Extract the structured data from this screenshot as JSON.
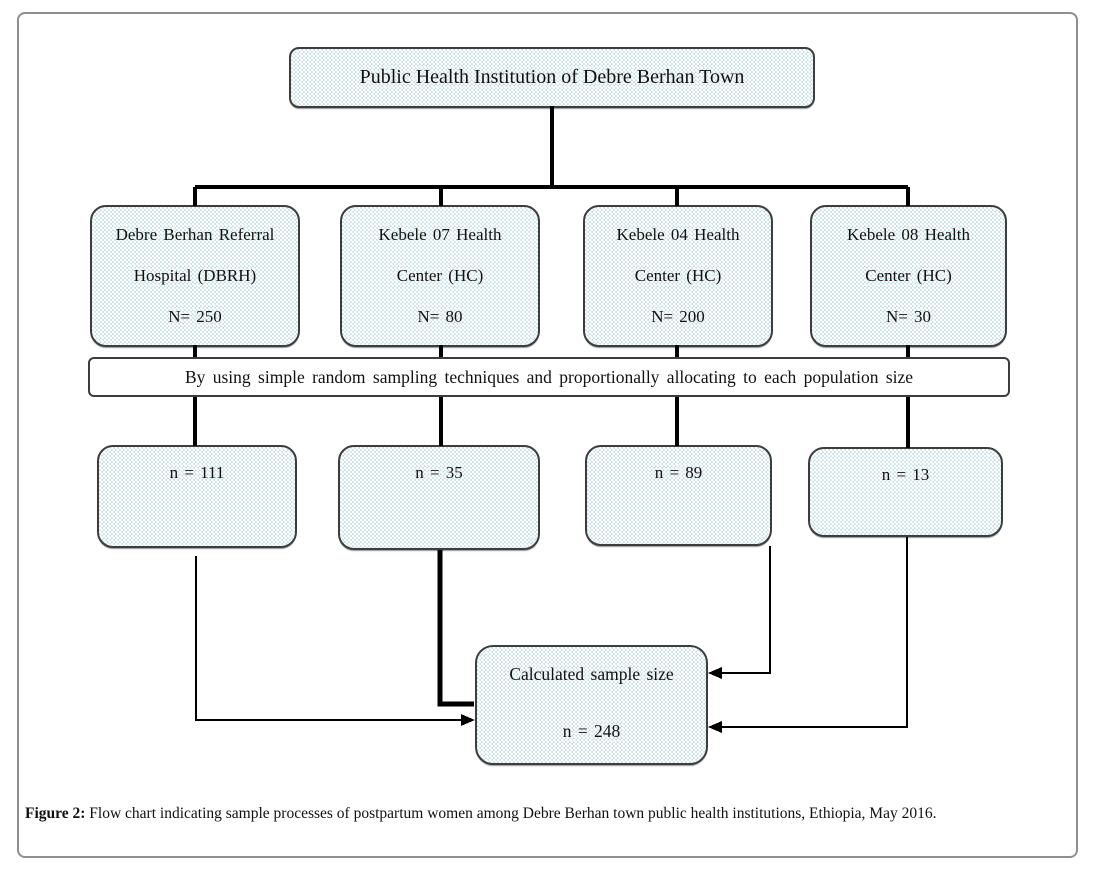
{
  "figure": {
    "root": {
      "label": "Public Health Institution of Debre Berhan Town"
    },
    "institutions": [
      {
        "name_line1": "Debre Berhan Referral",
        "name_line2": "Hospital (DBRH)",
        "population": "N= 250",
        "sample": "n = 111"
      },
      {
        "name_line1": "Kebele 07 Health",
        "name_line2": "Center (HC)",
        "population": "N= 80",
        "sample": "n = 35"
      },
      {
        "name_line1": "Kebele 04 Health",
        "name_line2": "Center (HC)",
        "population": "N= 200",
        "sample": "n = 89"
      },
      {
        "name_line1": "Kebele 08 Health",
        "name_line2": "Center (HC)",
        "population": "N= 30",
        "sample": "n = 13"
      }
    ],
    "sampling_banner": "By using simple random sampling techniques and proportionally allocating to each population size",
    "result": {
      "label": "Calculated sample size",
      "value": "n = 248"
    },
    "caption": {
      "label": "Figure 2:",
      "body": " Flow chart indicating sample processes of postpartum women among Debre Berhan town public health institutions, Ethiopia, May 2016."
    },
    "colors": {
      "node_fill": "#c6e2e9",
      "node_border": "#3d3d3d",
      "connector": "#000000",
      "frame_border": "#8f8f8f"
    }
  }
}
